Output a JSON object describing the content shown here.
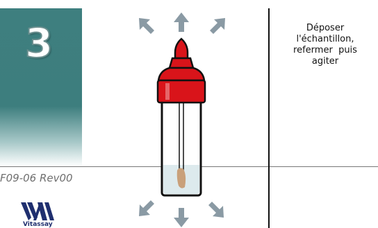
{
  "step": {
    "number": "3"
  },
  "footer": {
    "reference_code": "F09-06 Rev00"
  },
  "brand": {
    "logo_text": "Vitassay",
    "color": "#1f2f6f"
  },
  "instruction": {
    "lines": [
      "Déposer",
      "l'échantillon,",
      "refermer  puis",
      "agiter"
    ]
  },
  "illustration": {
    "cap_color": "#d9141a",
    "sample_color": "#c9a07a",
    "arrow_color": "#8a9aa4"
  },
  "colors": {
    "step_panel": "#3e7f7f",
    "divider": "#111111"
  }
}
